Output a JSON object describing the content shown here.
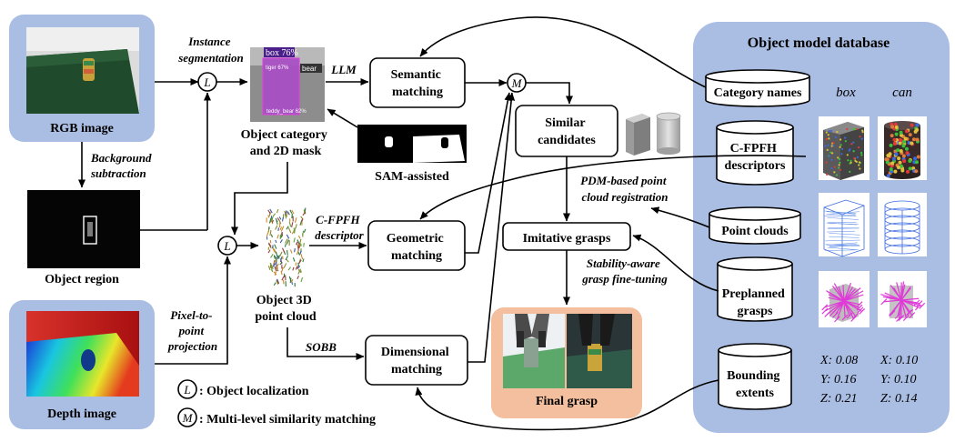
{
  "input_images": {
    "rgb_label": "RGB image",
    "depth_label": "Depth image",
    "region_label": "Object region"
  },
  "edges": {
    "instance_segmentation": [
      "Instance",
      "segmentation"
    ],
    "background_subtraction": [
      "Background",
      "subtraction"
    ],
    "llm": "LLM",
    "c_fpfh_descriptor": [
      "C-FPFH",
      "descriptor"
    ],
    "pixel_to_point": [
      "Pixel-to-",
      "point",
      "projection"
    ],
    "sobb": "SOBB",
    "pdm_registration": [
      "PDM-based point",
      "cloud registration"
    ],
    "stability_finetuning": [
      "Stability-aware",
      "grasp fine-tuning"
    ]
  },
  "nodes": {
    "object_category": [
      "Object category",
      "and 2D mask"
    ],
    "sam_assisted": "SAM-assisted",
    "object_3d": [
      "Object 3D",
      "point cloud"
    ],
    "semantic_matching": [
      "Semantic",
      "matching"
    ],
    "geometric_matching": [
      "Geometric",
      "matching"
    ],
    "dimensional_matching": [
      "Dimensional",
      "matching"
    ],
    "similar_candidates": [
      "Similar",
      "candidates"
    ],
    "imitative_grasps": "Imitative grasps",
    "final_grasp": "Final grasp",
    "operator_l": "L",
    "operator_m": "M"
  },
  "seg_overlay": {
    "box": "box 76%",
    "tiger": "tiger 67%",
    "bear": "bear",
    "teddy": "teddy_bear 62%"
  },
  "database": {
    "title": "Object model database",
    "col_box": "box",
    "col_can": "can",
    "category_names": "Category names",
    "c_fpfh": [
      "C-FPFH",
      "descriptors"
    ],
    "point_clouds": "Point clouds",
    "preplanned": [
      "Preplanned",
      "grasps"
    ],
    "bounding": [
      "Bounding",
      "extents"
    ],
    "extents_box": [
      "X: 0.08",
      "Y: 0.16",
      "Z: 0.21"
    ],
    "extents_can": [
      "X: 0.10",
      "Y: 0.10",
      "Z: 0.14"
    ]
  },
  "legend": {
    "l_symbol": "L",
    "l_text": ": Object localization",
    "m_symbol": "M",
    "m_text": ": Multi-level similarity matching"
  },
  "colors": {
    "panel_blue": "#aabde3",
    "final_orange": "#f4bf9f",
    "mask_purple": "#a94fc4"
  }
}
